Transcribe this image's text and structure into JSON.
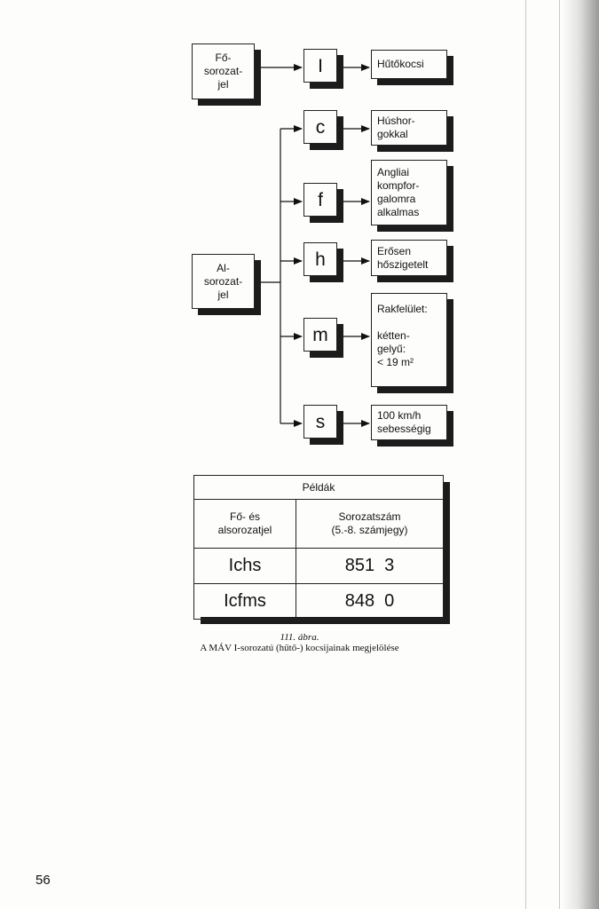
{
  "diagram": {
    "main_label": "Fő-\nsorozat-\njel",
    "sub_label": "Al-\nsorozat-\njel",
    "main_code": {
      "letter": "I",
      "meaning": "Hűtőkocsi"
    },
    "sub_codes": [
      {
        "letter": "c",
        "meaning": "Húshor-\ngokkal"
      },
      {
        "letter": "f",
        "meaning": "Angliai\nkompfor-\ngalomra\nalkalmas"
      },
      {
        "letter": "h",
        "meaning": "Erősen\nhőszigetelt"
      },
      {
        "letter": "m",
        "meaning": "Rakfelület:\n\nkétten-\ngelyű:\n   < 19 m²"
      },
      {
        "letter": "s",
        "meaning": "100 km/h\nsebességig"
      }
    ]
  },
  "examples_table": {
    "title": "Példák",
    "col1_header": "Fő- és\nalsorozatjel",
    "col2_header": "Sorozatszám\n(5.-8. számjegy)",
    "rows": [
      {
        "code": "Ichs",
        "number": "851  3"
      },
      {
        "code": "Icfms",
        "number": "848  0"
      }
    ]
  },
  "caption": {
    "figure": "111. ábra.",
    "text": "A MÁV I-sorozatú (hűtő-) kocsijainak megjelölése"
  },
  "page_number": "56"
}
